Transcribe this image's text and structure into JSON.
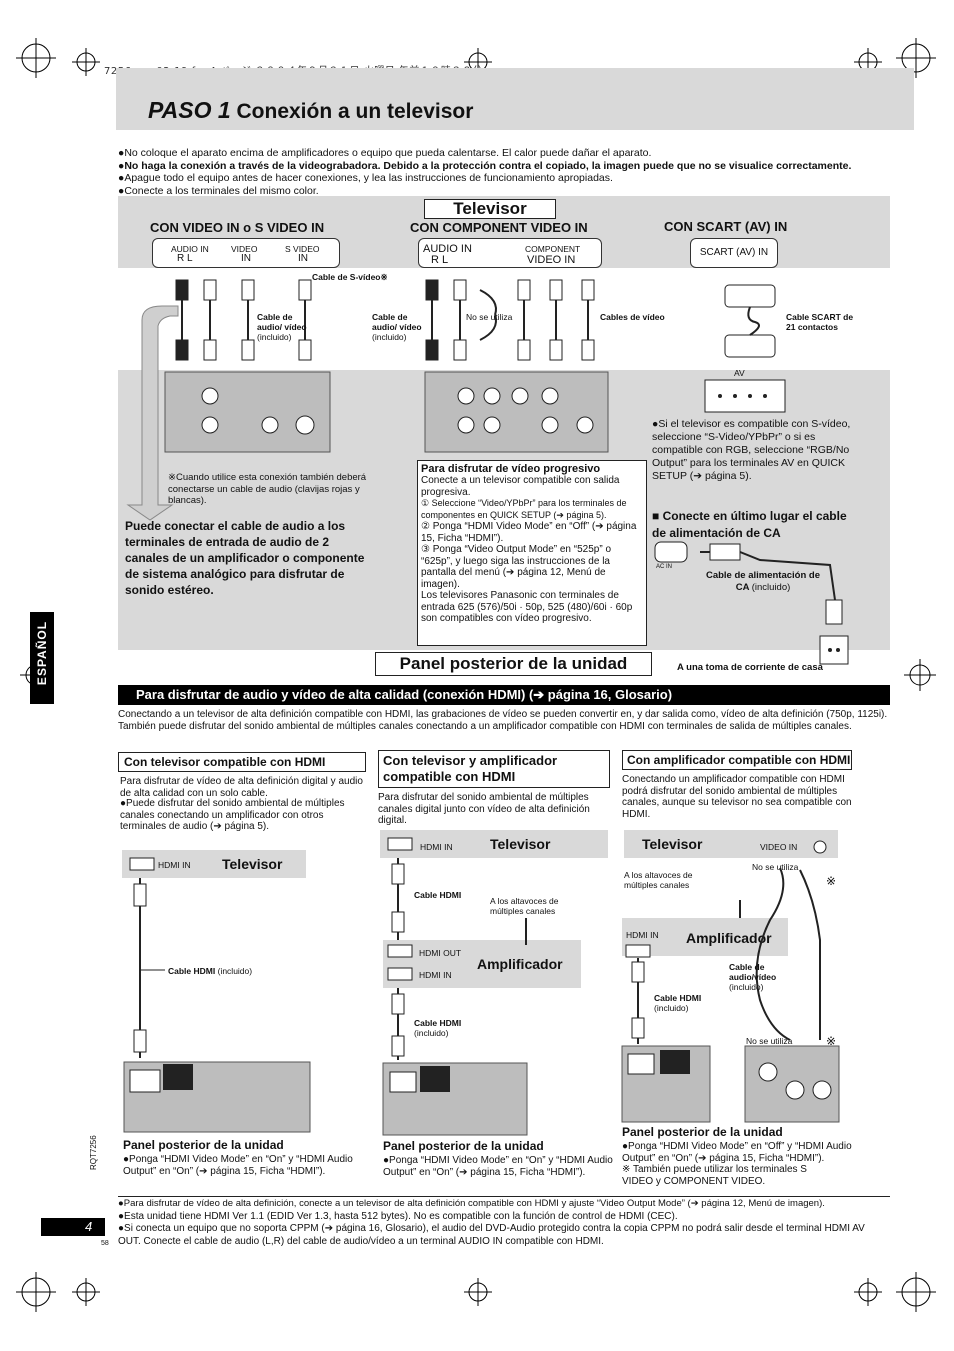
{
  "header": {
    "file_line": "7256sp_p02-19.fm  4 ページ  ２００４年９月２１日  火曜日  午前１０時３８分",
    "title_step": "PASO 1",
    "title_text": "Conexión a un televisor"
  },
  "bullets": [
    "●No coloque el aparato encima de amplificadores o equipo que pueda calentarse. El calor puede dañar el aparato.",
    "●No haga la conexión a través de la videograbadora. Debido a la protección contra el copiado, la imagen puede que no se visualice correctamente.",
    "●Apague todo el equipo antes de hacer conexiones, y lea las instrucciones de funcionamiento apropiadas.",
    "●Conecte a los terminales del mismo color."
  ],
  "tv_section": {
    "heading": "Televisor",
    "col1_title": "CON VIDEO IN o S VIDEO IN",
    "col1_ports": [
      "AUDIO IN",
      "R    L",
      "VIDEO",
      "IN",
      "S VIDEO",
      "IN"
    ],
    "col2_title": "CON COMPONENT VIDEO IN",
    "col2_ports": [
      "AUDIO IN",
      "R    L",
      "COMPONENT",
      "VIDEO IN"
    ],
    "col3_title": "CON SCART (AV) IN",
    "col3_port": "SCART (AV) IN"
  },
  "cable_labels": {
    "svideo_cable": "Cable de S-vídeo",
    "svideo_mark": "※",
    "av_cable_a": "Cable de audio/ vídeo",
    "av_cable_a_inc": "(incluido)",
    "av_cable_b": "Cable de audio/ vídeo",
    "av_cable_b_inc": "(incluido)",
    "not_used": "No se utiliza",
    "video_cables": "Cables de vídeo",
    "scart_cable": "Cable SCART de 21 contactos",
    "av_label": "AV"
  },
  "notes": {
    "svideo_note": "※Cuando utilice esta conexión también deberá conectarse un cable de audio (clavijas rojas y blancas).",
    "audio_note": "Puede conectar el cable de audio a los terminales de entrada de audio de 2 canales de un amplificador o componente de sistema analógico para disfrutar de sonido estéreo.",
    "scart_note": "●Si el televisor es compatible con S-vídeo, seleccione “S-Video/YPbPr” o si es compatible con RGB, seleccione “RGB/No Output” para los terminales AV en QUICK SETUP (➔ página 5)."
  },
  "progressive": {
    "title": "Para disfrutar de vídeo progresivo",
    "intro": "Conecte a un televisor compatible con salida progresiva.",
    "steps": [
      "① Seleccione “Video/YPbPr” para los terminales de componentes en QUICK SETUP (➔ página 5).",
      "② Ponga “HDMI Video Mode” en “Off” (➔ página 15, Ficha “HDMI”).",
      "③ Ponga “Video Output Mode” en “525p” o “625p”, y luego siga las instrucciones de la pantalla del menú (➔ página 12, Menú de imagen)."
    ],
    "footer": "Los televisores Panasonic con terminales de entrada 625 (576)/50i · 50p, 525 (480)/60i · 60p son compatibles con vídeo progresivo."
  },
  "ac_section": {
    "title": "■  Conecte en último lugar el cable de alimentación de CA",
    "ac_in": "AC IN",
    "cable": "Cable de alimentación de CA",
    "cable_inc": "(incluido)",
    "outlet": "A una toma de corriente de casa"
  },
  "rear_panel_title": "Panel posterior de la unidad",
  "side_tab": "ESPAÑOL",
  "hdmi": {
    "banner": "Para disfrutar de audio y vídeo de alta calidad (conexión HDMI) (➔ página 16, Glosario)",
    "intro": "Conectando a un televisor de alta definición compatible con HDMI, las grabaciones de vídeo se pueden convertir en, y dar salida como, vídeo de alta definición (750p, 1125i). También puede disfrutar del sonido ambiental de múltiples canales conectando a un amplificador compatible con HDMI con terminales de salida de múltiples canales.",
    "col1": {
      "title": "Con televisor compatible con HDMI",
      "text": "Para disfrutar de vídeo de alta definición digital y audio de alta calidad con un solo cable.",
      "bullet": "●Puede disfrutar del sonido ambiental de múltiples canales conectando un amplificador con otros terminales de audio (➔ página 5).",
      "tv_label": "Televisor",
      "hdmi_in": "HDMI IN",
      "cable": "Cable HDMI",
      "cable_inc": "(incluido)",
      "panel": "Panel posterior de la unidad",
      "panel_note": "●Ponga “HDMI Video Mode” en “On” y “HDMI Audio Output” en “On” (➔ página 15, Ficha “HDMI”)."
    },
    "col2": {
      "title": "Con televisor y amplificador compatible con HDMI",
      "text": "Para disfrutar del sonido ambiental de múltiples canales digital junto con vídeo de alta definición digital.",
      "tv_label": "Televisor",
      "hdmi_in": "HDMI IN",
      "cable1": "Cable HDMI",
      "speakers": "A los altavoces de múltiples canales",
      "amp_label": "Amplificador",
      "hdmi_out": "HDMI OUT",
      "hdmi_in2": "HDMI IN",
      "cable2": "Cable HDMI",
      "cable2_inc": "(incluido)",
      "panel": "Panel posterior de la unidad",
      "panel_note": "●Ponga “HDMI Video Mode” en “On” y “HDMI Audio Output” en “On” (➔ página 15, Ficha “HDMI”)."
    },
    "col3": {
      "title": "Con amplificador compatible con HDMI",
      "text": "Conectando un amplificador compatible con HDMI podrá disfrutar del sonido ambiental de múltiples canales, aunque su televisor no sea compatible con HDMI.",
      "tv_label": "Televisor",
      "video_in": "VIDEO IN",
      "not_used1": "No se utiliza",
      "speakers": "A los altavoces de múltiples canales",
      "amp_label": "Amplificador",
      "hdmi_in": "HDMI IN",
      "av_cable": "Cable de audio/vídeo",
      "av_cable_inc": "(incluido)",
      "cable": "Cable HDMI",
      "cable_inc": "(incluido)",
      "not_used2": "No se utiliza",
      "mark": "※",
      "panel": "Panel posterior de la unidad",
      "panel_note": "●Ponga “HDMI Video Mode” en “Off” y “HDMI Audio Output” en “On” (➔ página 15, Ficha “HDMI”).",
      "footnote": "※ También puede utilizar los terminales S VIDEO y COMPONENT VIDEO."
    }
  },
  "footer_bullets": [
    "●Para disfrutar de vídeo de alta definición, conecte a un televisor de alta definición compatible con HDMI y ajuste “Video Output Mode” (➔ página 12, Menú de imagen).",
    "●Esta unidad tiene HDMI Ver 1.1 (EDID Ver 1.3, hasta 512 bytes). No es compatible con la función de control de HDMI (CEC).",
    "●Si conecta un equipo que no soporta CPPM (➔ página 16, Glosario), el audio del DVD-Audio protegido contra la copia CPPM no podrá salir desde el terminal HDMI AV OUT. Conecte el cable de audio (L,R) del cable de audio/vídeo a un terminal AUDIO IN compatible con HDMI."
  ],
  "page": {
    "number": "4",
    "code": "RQT7256",
    "small_num": "58"
  }
}
